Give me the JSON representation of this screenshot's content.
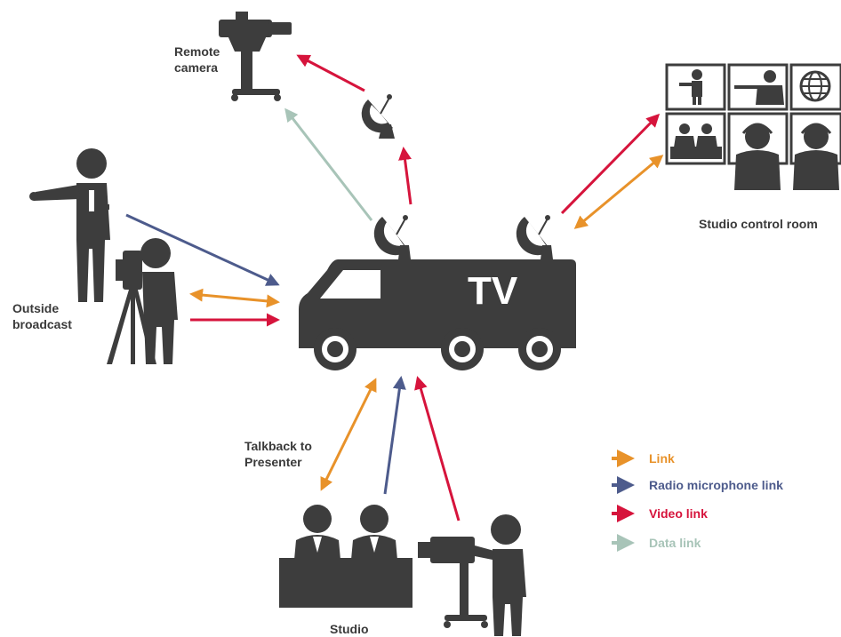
{
  "labels": {
    "remote_camera_line1": "Remote",
    "remote_camera_line2": "camera",
    "outside_line1": "Outside",
    "outside_line2": "broadcast",
    "studio_control": "Studio control room",
    "talkback_line1": "Talkback to",
    "talkback_line2": "Presenter",
    "studio": "Studio",
    "tv": "TV"
  },
  "legend": [
    {
      "label": "Link",
      "color": "#e8922a"
    },
    {
      "label": "Radio microphone link",
      "color": "#4d5b8c"
    },
    {
      "label": "Video link",
      "color": "#d6143c"
    },
    {
      "label": "Data link",
      "color": "#a8c4b8"
    }
  ],
  "colors": {
    "link": "#e8922a",
    "radio": "#4d5b8c",
    "video": "#d6143c",
    "data": "#a8c4b8",
    "icon": "#3d3d3d"
  }
}
